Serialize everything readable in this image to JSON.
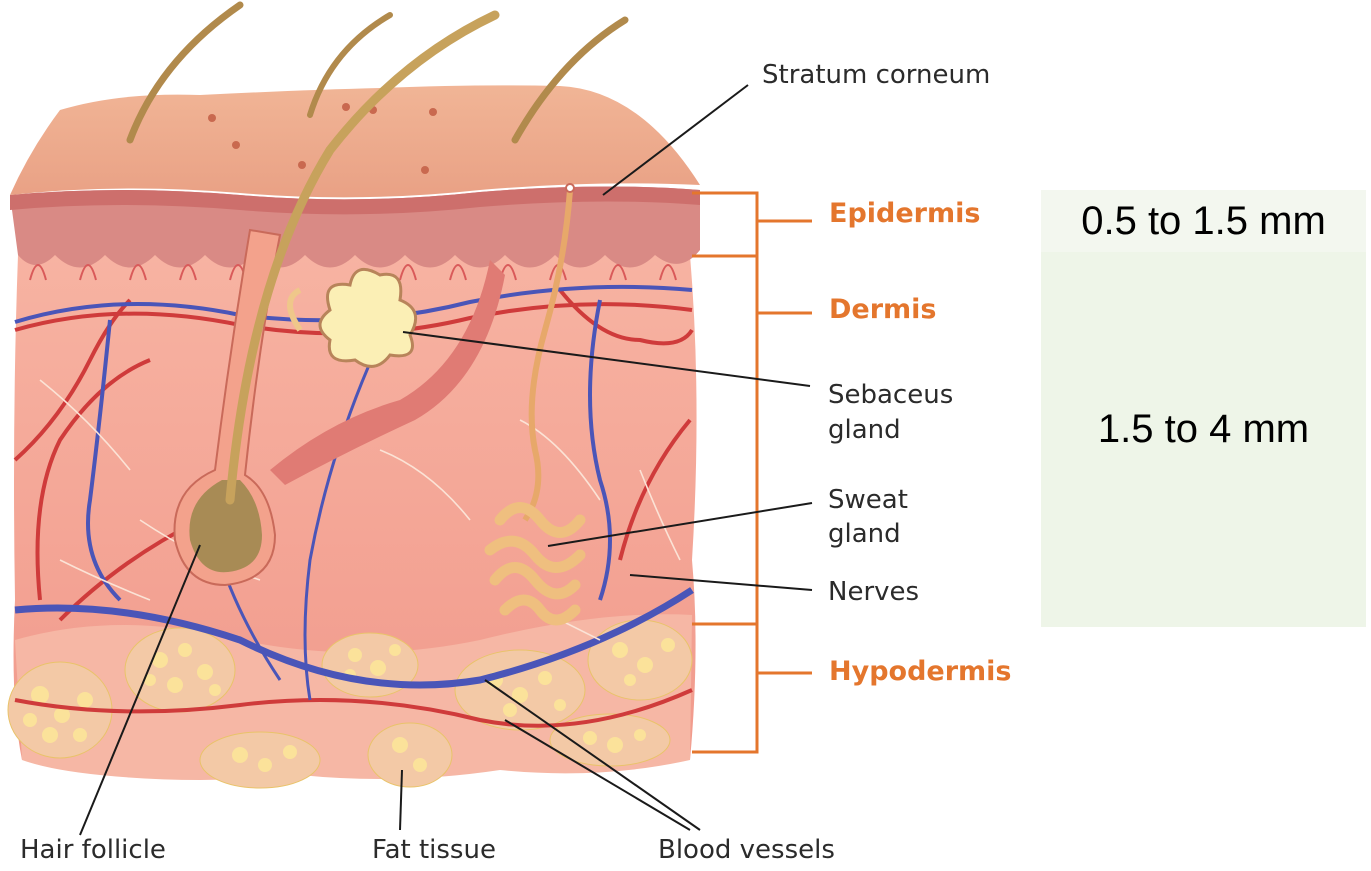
{
  "labels": {
    "stratum_corneum": "Stratum corneum",
    "sebaceus_gland_line1": "Sebaceus",
    "sebaceus_gland_line2": "gland",
    "sweat_gland_line1": "Sweat",
    "sweat_gland_line2": "gland",
    "nerves": "Nerves",
    "hair_follicle": "Hair follicle",
    "fat_tissue": "Fat tissue",
    "blood_vessels": "Blood vessels"
  },
  "layers": {
    "epidermis": "Epidermis",
    "dermis": "Dermis",
    "hypodermis": "Hypodermis"
  },
  "thickness": {
    "epidermis": "0.5 to 1.5 mm",
    "dermis": "1.5 to 4 mm"
  },
  "colors": {
    "layer_label": "#e4762d",
    "bracket": "#e4762d",
    "epidermis_box": "#f3f7ef",
    "dermis_box": "#eef5e8"
  }
}
